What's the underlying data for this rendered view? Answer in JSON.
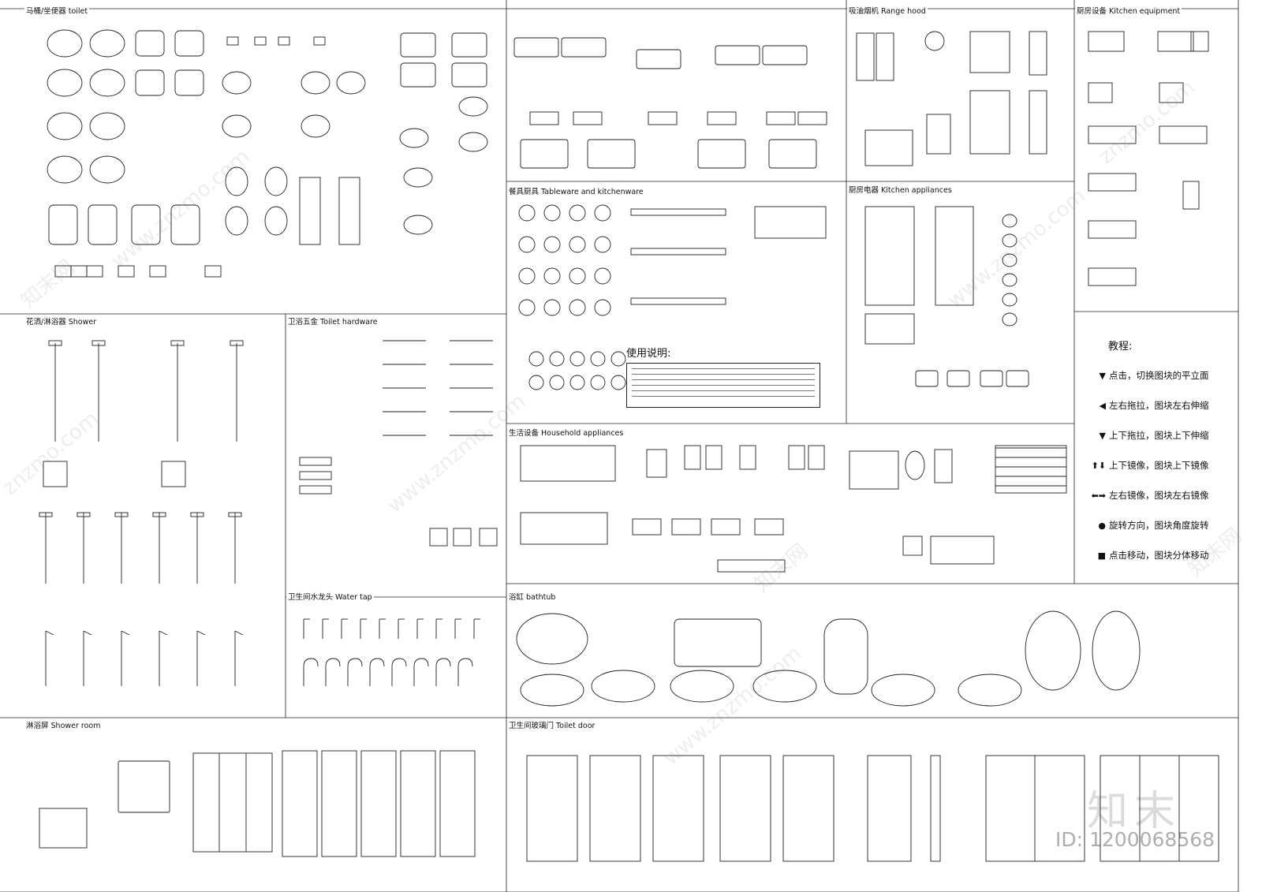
{
  "sections": {
    "toilet": "马桶/坐便器 toilet",
    "shower": "花洒/淋浴器 Shower",
    "toilet_hardware": "卫浴五金 Toilet hardware",
    "water_tap": "卫生间水龙头 Water tap",
    "shower_room": "淋浴屏 Shower room",
    "tableware": "餐具厨具 Tableware and kitchenware",
    "household": "生活设备 Household appliances",
    "bathtub": "浴缸 bathtub",
    "toilet_door": "卫生间玻璃门 Toilet door",
    "range_hood": "吸油烟机 Range hood",
    "kitchen_appliances": "厨房电器 Kitchen appliances",
    "kitchen_equipment": "厨房设备 Kitchen equipment"
  },
  "usage_title": "使用说明:",
  "tutorial": {
    "title": "教程:",
    "items": [
      {
        "symbol": "▼",
        "text": "点击，切换图块的平立面"
      },
      {
        "symbol": "◀",
        "text": "左右拖拉，图块左右伸缩"
      },
      {
        "symbol": "▼",
        "text": "上下拖拉，图块上下伸缩"
      },
      {
        "symbol": "⬆⬇",
        "text": "上下镜像，图块上下镜像"
      },
      {
        "symbol": "⬅➡",
        "text": "左右镜像，图块左右镜像"
      },
      {
        "symbol": "●",
        "text": "旋转方向，图块角度旋转"
      },
      {
        "symbol": "■",
        "text": "点击移动，图块分体移动"
      }
    ]
  },
  "watermarks": {
    "site": "www.znzmo.com",
    "site_short": "znzmo.com",
    "brand": "知末网",
    "logo": "知末",
    "id": "ID: 1200068568"
  }
}
